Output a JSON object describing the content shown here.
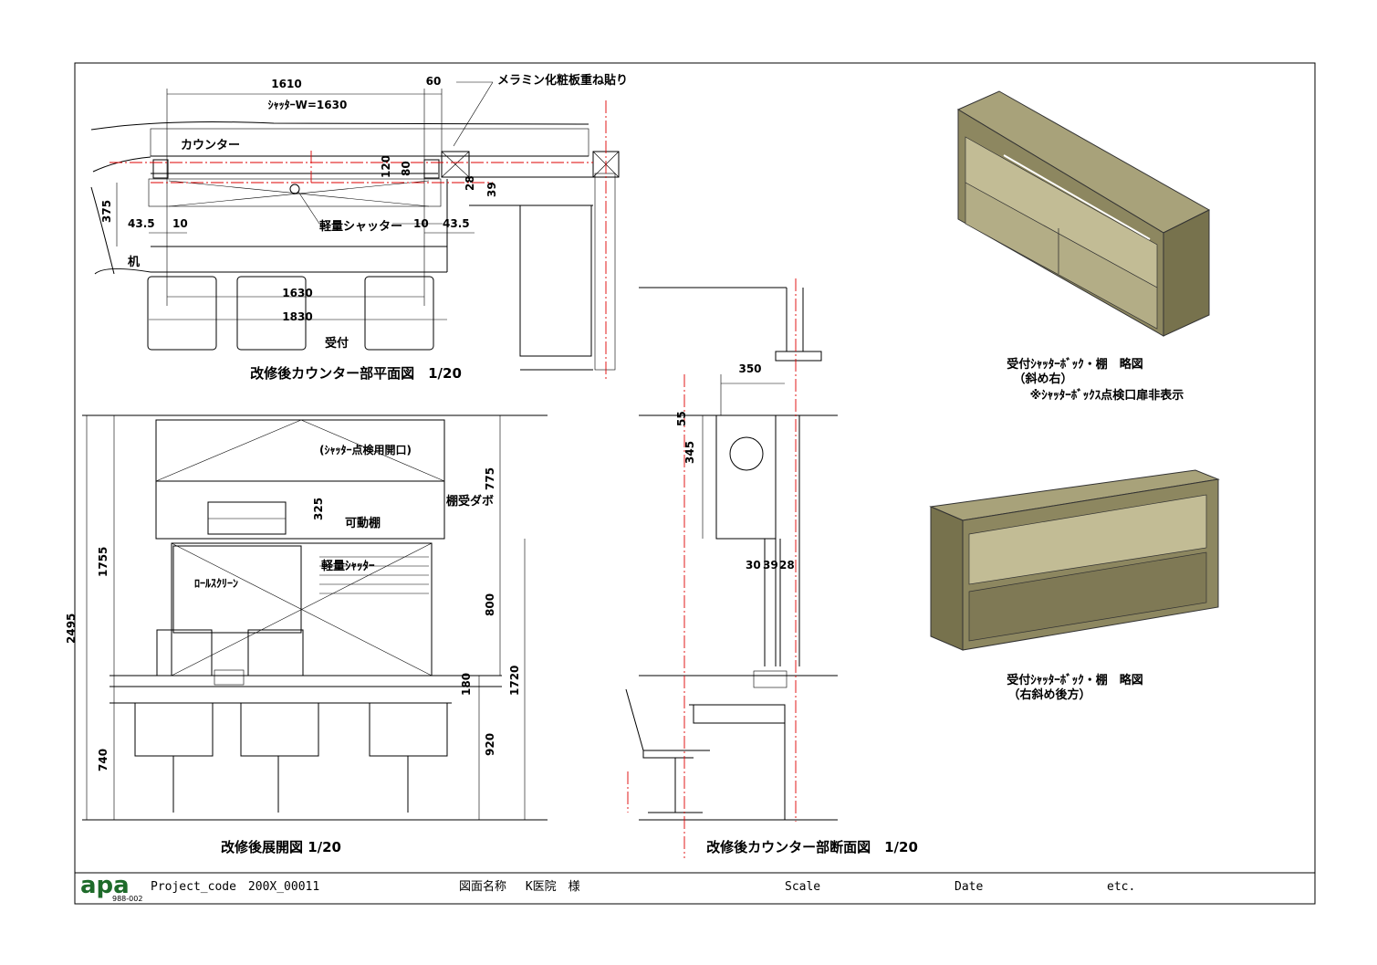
{
  "plan": {
    "dims": {
      "d1610": "1610",
      "d60": "60",
      "shutter_w": "ｼｬｯﾀｰW=1630",
      "d120": "120",
      "d80": "80",
      "d28": "28",
      "d39": "39",
      "d375": "375",
      "d43_5_left": "43.5",
      "d10_left": "10",
      "d10_right": "10",
      "d43_5_right": "43.5",
      "d1630": "1630",
      "d1830": "1830"
    },
    "labels": {
      "melamine": "メラミン化粧板重ね貼り",
      "counter": "カウンター",
      "light_shutter": "軽量シャッター",
      "desk": "机",
      "reception": "受付"
    },
    "title": "改修後カウンター部平面図　1/20"
  },
  "elevation": {
    "dims": {
      "d2495": "2495",
      "d1755": "1755",
      "d740": "740",
      "d775": "775",
      "d325": "325",
      "d800": "800",
      "d180": "180",
      "d1720": "1720",
      "d920": "920"
    },
    "labels": {
      "inspection": "(ｼｬｯﾀｰ点検用開口)",
      "shelf_dowel": "棚受ダボ",
      "movable_shelf": "可動棚",
      "light_shutter": "軽量ｼｬｯﾀｰ",
      "roll_screen": "ﾛｰﾙｽｸﾘｰﾝ"
    },
    "title": "改修後展開図 1/20"
  },
  "section": {
    "dims": {
      "d350": "350",
      "d55": "55",
      "d345": "345",
      "d30": "30",
      "d39": "39",
      "d28": "28"
    },
    "title": "改修後カウンター部断面図　1/20"
  },
  "iso1": {
    "caption1": "受付ｼｬｯﾀｰﾎﾞｯｸ・棚　略図",
    "caption2": "（斜め右）",
    "caption3": "※ｼｬｯﾀｰﾎﾞｯｸｽ点検口扉非表示"
  },
  "iso2": {
    "caption1": "受付ｼｬｯﾀｰﾎﾞｯｸ・棚　略図",
    "caption2": "（右斜め後方）"
  },
  "titleblock": {
    "logo": "apa",
    "logo_sub": "988-002",
    "project": "Project_code　200X_00011",
    "drawing_name": "図面名称　 K医院　様",
    "scale": "Scale",
    "date": "Date",
    "etc": "etc."
  },
  "colors": {
    "counter_fill": "#f3f0c0",
    "shutter_fill": "#d9d29a",
    "wall_fill": "#f7c6a2",
    "iso_top": "#a8a27a",
    "iso_side": "#77724d",
    "iso_front": "#8d8760",
    "iso_inner": "#c2bc95"
  }
}
